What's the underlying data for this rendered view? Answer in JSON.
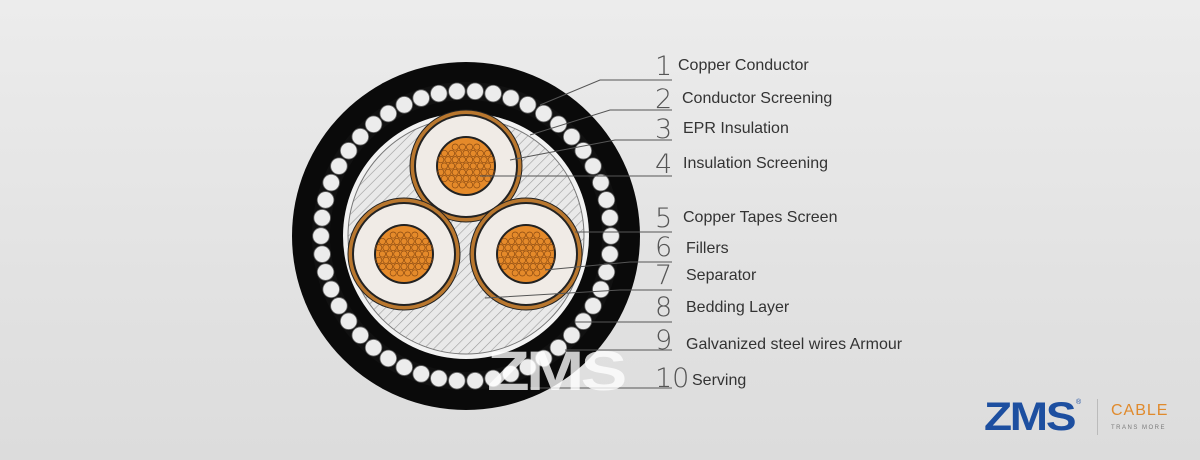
{
  "layers": [
    {
      "number": "1",
      "label": "Copper Conductor"
    },
    {
      "number": "2",
      "label": "Conductor Screening"
    },
    {
      "number": "3",
      "label": "EPR Insulation"
    },
    {
      "number": "4",
      "label": "Insulation Screening"
    },
    {
      "number": "5",
      "label": "Copper Tapes Screen"
    },
    {
      "number": "6",
      "label": "Fillers"
    },
    {
      "number": "7",
      "label": "Separator"
    },
    {
      "number": "8",
      "label": "Bedding Layer"
    },
    {
      "number": "9",
      "label": "Galvanized steel wires Armour"
    },
    {
      "number": "10",
      "label": "Serving"
    }
  ],
  "brand": {
    "mark": "ZMS",
    "registered": "®",
    "word": "CABLE",
    "tagline": "TRANS MORE"
  },
  "watermark": "ZMS",
  "colors": {
    "serving": "#0a0a0a",
    "armour_wire": "#ececec",
    "conductor": "#e58a2a",
    "insulation": "#f0ebe6",
    "copper_tape": "#b9772e",
    "brand_blue": "#1d4fa0",
    "brand_orange": "#e08a2c"
  }
}
